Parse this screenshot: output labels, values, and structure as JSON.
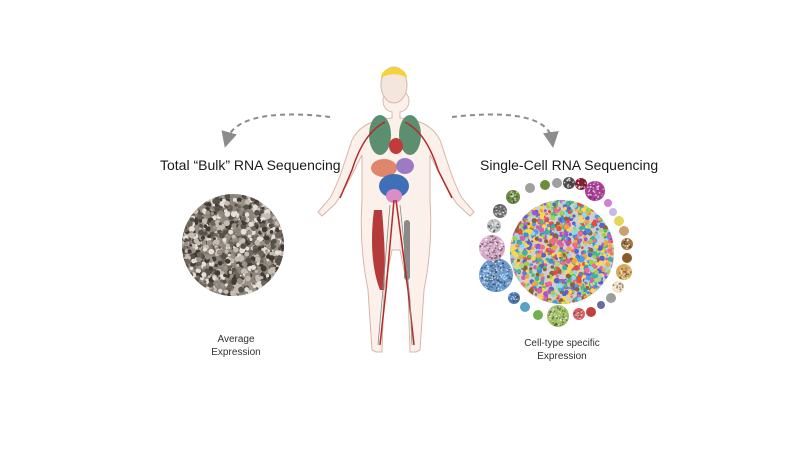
{
  "bulk": {
    "heading": "Total “Bulk” RNA Sequencing",
    "caption_line1": "Average",
    "caption_line2": "Expression"
  },
  "single_cell": {
    "heading": "Single-Cell RNA Sequencing",
    "caption_line1": "Cell-type specific",
    "caption_line2": "Expression"
  },
  "colors": {
    "arrow": "#8c8c8c",
    "bulk_dots": [
      "#3f3a34",
      "#6e665b",
      "#9a9288",
      "#c4bcb1",
      "#e4dfd8",
      "#55504a"
    ],
    "cell_type_palette": [
      "#e94b3c",
      "#f2a541",
      "#f7d84a",
      "#9bd14d",
      "#4dbd6b",
      "#38b3a6",
      "#3c8fd6",
      "#5a5fd1",
      "#9b59d0",
      "#d65db1",
      "#f06a8a",
      "#8c6239",
      "#4c9be8",
      "#ffd35a",
      "#8fd6e6",
      "#b2d47e"
    ],
    "cluster_colors": [
      "#6b8e3e",
      "#a0a0a0",
      "#4b4b4b",
      "#8a1a2c",
      "#b03a9a",
      "#d47fd4",
      "#c9b8e8",
      "#e6d65a",
      "#c9a070",
      "#a87a3c",
      "#8b5a2b",
      "#d9a95a",
      "#f0e0c0",
      "#9e9e9e",
      "#6a6a9e",
      "#c04040",
      "#e05a5a",
      "#a0c060",
      "#70b050",
      "#5aa0c8",
      "#4a7ab0",
      "#6a9bd0",
      "#d8a8c8",
      "#c0c0c0",
      "#707070"
    ]
  }
}
